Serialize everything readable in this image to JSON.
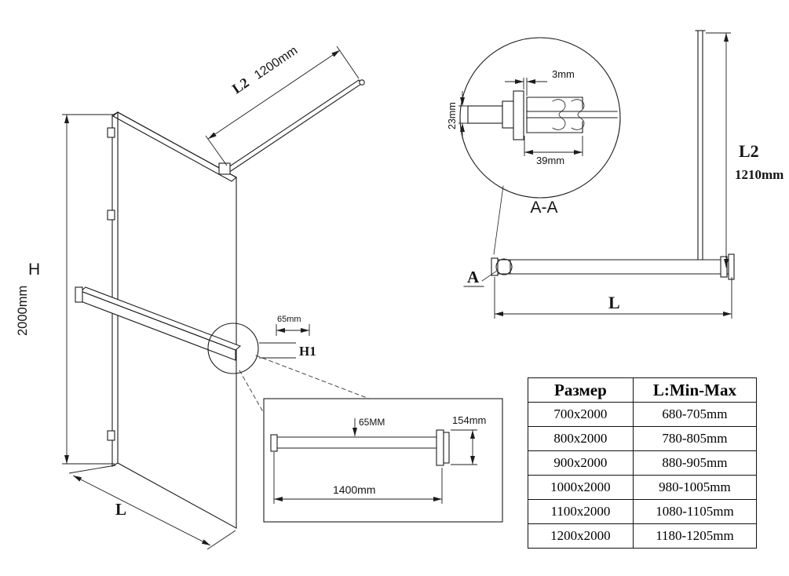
{
  "iso_view": {
    "height_label": "H",
    "height_value": "2000mm",
    "width_label": "L",
    "l2_label": "L2",
    "l2_value": "1200mm",
    "bar_offset_dim": "65mm",
    "bar_height_label": "H1"
  },
  "section_view": {
    "title": "A-A",
    "gap_dim": "3mm",
    "rod_dim": "23mm",
    "clamp_dim": "39mm"
  },
  "front_view": {
    "marker_label": "A",
    "l2_label": "L2",
    "l2_value": "1210mm",
    "width_label": "L"
  },
  "bar_detail": {
    "profile_height_dim": "65MM",
    "bracket_dim": "154mm",
    "length_dim": "1400mm"
  },
  "table": {
    "headers": [
      "Размер",
      "L:Min-Max"
    ],
    "rows": [
      [
        "700x2000",
        "680-705mm"
      ],
      [
        "800x2000",
        "780-805mm"
      ],
      [
        "900x2000",
        "880-905mm"
      ],
      [
        "1000x2000",
        "980-1005mm"
      ],
      [
        "1100x2000",
        "1080-1105mm"
      ],
      [
        "1200x2000",
        "1180-1205mm"
      ]
    ]
  }
}
